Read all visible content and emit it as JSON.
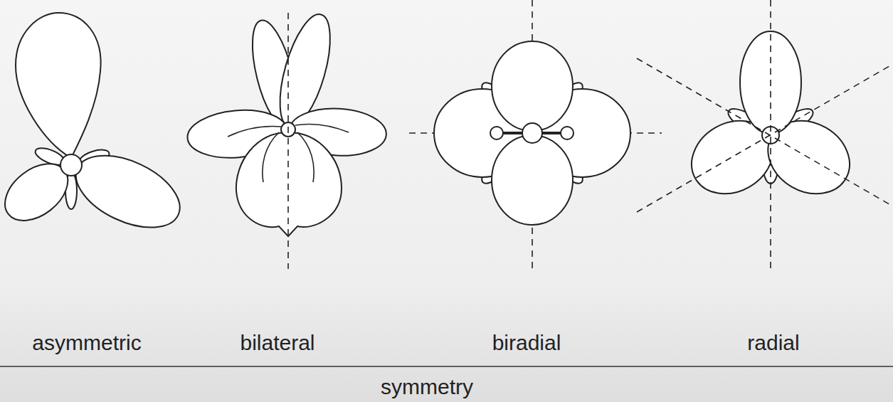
{
  "diagram": {
    "caption": "symmetry",
    "labels": [
      "asymmetric",
      "bilateral",
      "biradial",
      "radial"
    ]
  }
}
